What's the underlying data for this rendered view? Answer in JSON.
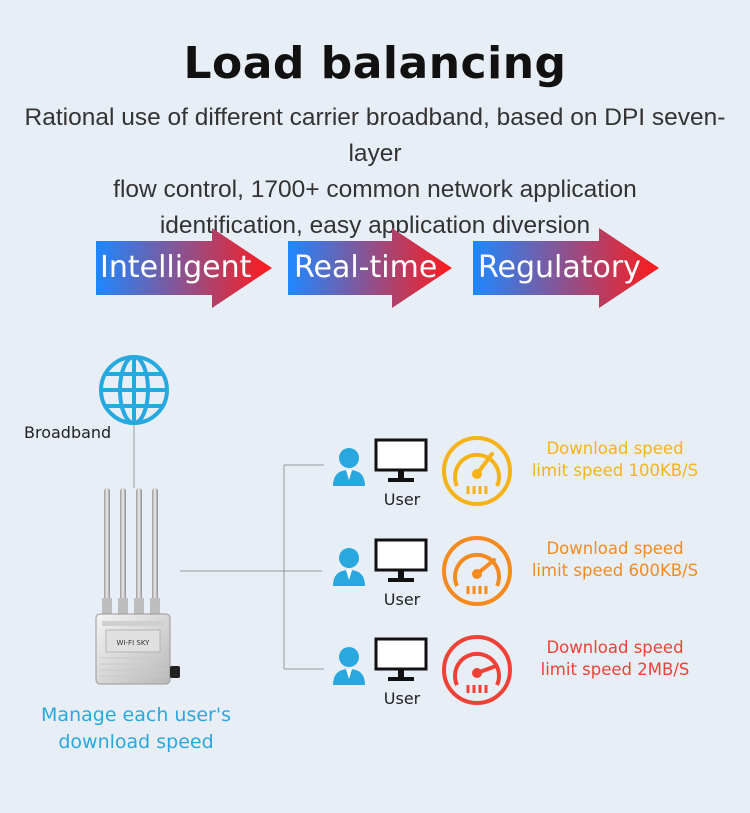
{
  "title": "Load balancing",
  "description": {
    "line1": "Rational use of different carrier broadband, based on DPI seven-layer",
    "line2": "flow control, 1700+ common network application",
    "line3": "identification, easy application diversion"
  },
  "features": [
    {
      "label": "Intelligent"
    },
    {
      "label": "Real-time"
    },
    {
      "label": "Regulatory"
    }
  ],
  "broadband_label": "Broadband",
  "manage_label": {
    "line1": "Manage each user's",
    "line2": "download speed"
  },
  "router_brand": "WI-FI SKY",
  "users": [
    {
      "label": "User",
      "speed_line1": "Download speed",
      "speed_line2": "limit speed 100KB/S",
      "color": "#f6b319"
    },
    {
      "label": "User",
      "speed_line1": "Download speed",
      "speed_line2": "limit speed 600KB/S",
      "color": "#f58a1f"
    },
    {
      "label": "User",
      "speed_line1": "Download speed",
      "speed_line2": "limit speed 2MB/S",
      "color": "#ef4136"
    }
  ],
  "colors": {
    "arrow_start": "#1e88ff",
    "arrow_end": "#ff1a1a",
    "accent_blue": "#29a8e0",
    "globe": "#26a9e0"
  }
}
